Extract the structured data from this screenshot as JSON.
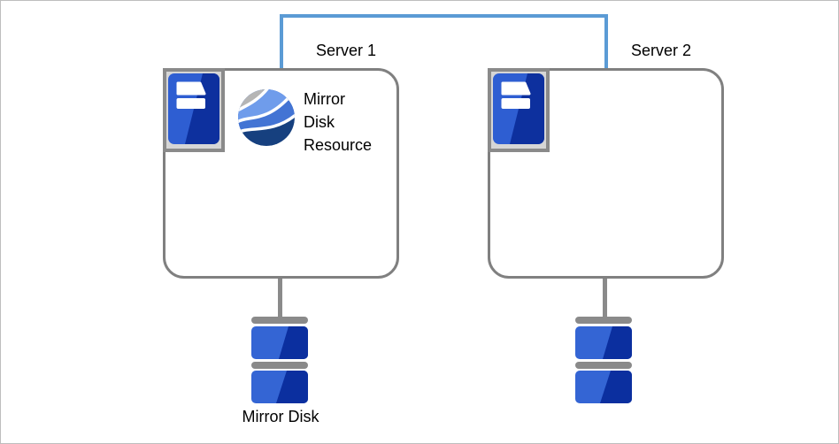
{
  "diagram": {
    "servers": [
      {
        "label": "Server 1"
      },
      {
        "label": "Server 2"
      }
    ],
    "mirror_disk_resource": {
      "label": "Mirror Disk Resource",
      "lines": [
        "Mirror",
        "Disk",
        "Resource"
      ]
    },
    "mirror_disk": {
      "label": "Mirror Disk"
    },
    "icons": {
      "server": "server-tower-icon",
      "resource": "mirror-wave-sphere-icon",
      "disk": "stacked-disk-icon",
      "network": "network-connector-line"
    },
    "colors": {
      "connector_blue": "#5b9bd5",
      "box_border": "#808080",
      "frame_fill": "#d6d6d6",
      "frame_border": "#8a8a8a",
      "server_blue_light": "#2e5ed2",
      "server_blue_dark": "#0d309e",
      "disk_blue_light": "#3465d4",
      "disk_blue_dark": "#0b2f9f",
      "stem_gray": "#8a8a8a",
      "wave_gray": "#b5b5b5",
      "wave_blue_light": "#6f9ceb",
      "wave_blue_mid": "#4374d4",
      "wave_navy": "#16407f",
      "text": "#000000"
    }
  }
}
